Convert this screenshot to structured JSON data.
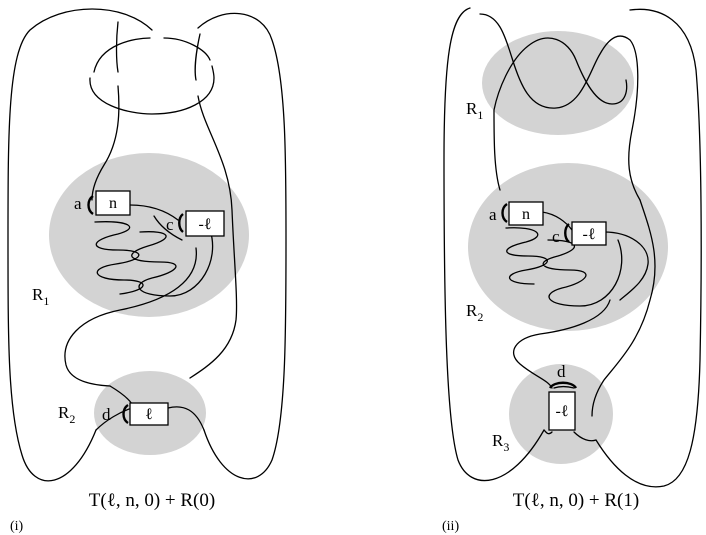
{
  "panels": [
    {
      "tag": "(i)",
      "caption": "T(ℓ, n, 0) + R(0)",
      "regions": [
        {
          "letter": "R",
          "sub": "1"
        },
        {
          "letter": "R",
          "sub": "2"
        }
      ],
      "boxes": [
        "n",
        "-ℓ",
        "ℓ"
      ],
      "labels": [
        "a",
        "c",
        "d"
      ]
    },
    {
      "tag": "(ii)",
      "caption": "T(ℓ, n, 0) + R(1)",
      "regions": [
        {
          "letter": "R",
          "sub": "1"
        },
        {
          "letter": "R",
          "sub": "2"
        },
        {
          "letter": "R",
          "sub": "3"
        }
      ],
      "boxes": [
        "n",
        "-ℓ",
        "-ℓ"
      ],
      "labels": [
        "a",
        "c",
        "d"
      ]
    }
  ]
}
